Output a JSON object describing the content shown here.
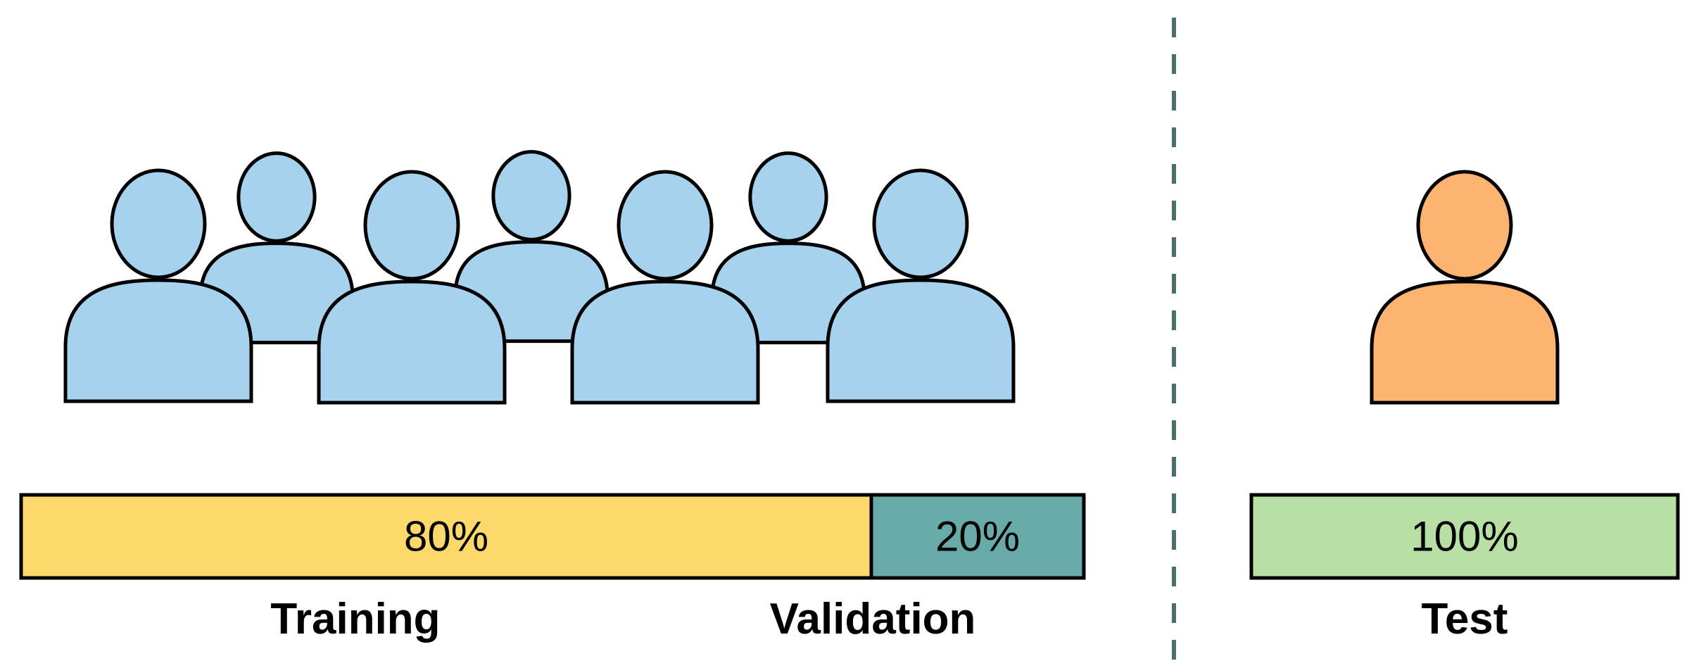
{
  "colors": {
    "group_person": "#a6d2ee",
    "test_person": "#fdb470",
    "training_bar": "#fdd86a",
    "validation_bar": "#67aaa8",
    "test_bar": "#b8e0a4",
    "divider": "#4a6f6c",
    "outline": "#000000"
  },
  "left_group": {
    "icon": "people-group-icon",
    "person_count": 7,
    "split": {
      "training": {
        "percent_label": "80%",
        "fraction": 0.8,
        "caption": "Training"
      },
      "validation": {
        "percent_label": "20%",
        "fraction": 0.2,
        "caption": "Validation"
      }
    }
  },
  "right_group": {
    "icon": "person-icon",
    "person_count": 1,
    "split": {
      "test": {
        "percent_label": "100%",
        "fraction": 1.0,
        "caption": "Test"
      }
    }
  }
}
